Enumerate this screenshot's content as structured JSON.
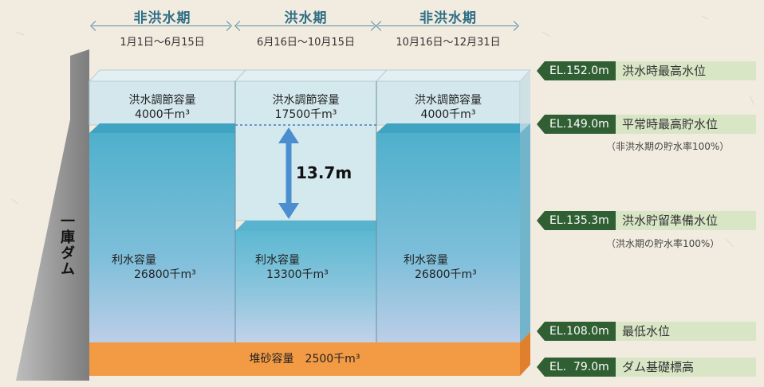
{
  "periods": [
    {
      "label": "非洪水期",
      "dates": "1月1日～6月15日"
    },
    {
      "label": "洪水期",
      "dates": "6月16日～10月15日"
    },
    {
      "label": "非洪水期",
      "dates": "10月16日～12月31日"
    }
  ],
  "dam_name": "一庫ダム",
  "flood_capacity": [
    {
      "label": "洪水調節容量",
      "value": "4000千m³"
    },
    {
      "label": "洪水調節容量",
      "value": "17500千m³"
    },
    {
      "label": "洪水調節容量",
      "value": "4000千m³"
    }
  ],
  "water_use_capacity": [
    {
      "label": "利水容量",
      "value": "26800千m³"
    },
    {
      "label": "利水容量",
      "value": "13300千m³"
    },
    {
      "label": "利水容量",
      "value": "26800千m³"
    }
  ],
  "sediment": {
    "label": "堆砂容量　2500千m³"
  },
  "depth_difference": "13.7m",
  "elevations": [
    {
      "el": "EL.152.0m",
      "name": "洪水時最高水位",
      "note": ""
    },
    {
      "el": "EL.149.0m",
      "name": "平常時最高貯水位",
      "note": "（非洪水期の貯水率100%）"
    },
    {
      "el": "EL.135.3m",
      "name": "洪水貯留準備水位",
      "note": "（洪水期の貯水率100%）"
    },
    {
      "el": "EL.108.0m",
      "name": "最低水位",
      "note": ""
    },
    {
      "el": "EL.  79.0m",
      "name": "ダム基礎標高",
      "note": ""
    }
  ],
  "colors": {
    "title": "#2f6f86",
    "el_box": "#2f5f32",
    "el_name_bg": "#d8e6c6",
    "water_top": "#4eacc8",
    "water_bottom": "#b9cde6",
    "flood_tank": "#cfe6ec",
    "sediment": "#f39a45",
    "dam": "#8f8f8f"
  }
}
